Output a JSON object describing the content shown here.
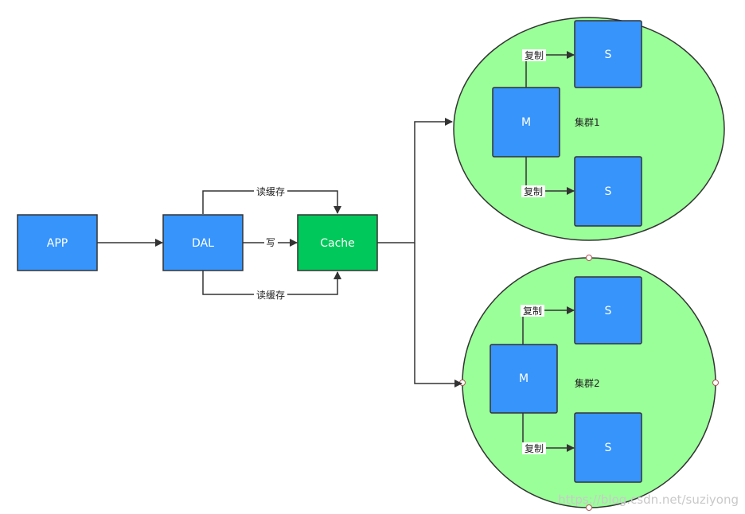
{
  "nodes": {
    "app": "APP",
    "dal": "DAL",
    "cache": "Cache",
    "cluster1_master": "M",
    "cluster1_slave_top": "S",
    "cluster1_slave_bottom": "S",
    "cluster2_master": "M",
    "cluster2_slave_top": "S",
    "cluster2_slave_bottom": "S"
  },
  "edges": {
    "read_cache_top": "读缓存",
    "write": "写",
    "read_cache_bottom": "读缓存",
    "replicate": "复制"
  },
  "clusters": {
    "cluster1": "集群1",
    "cluster2": "集群2"
  },
  "watermark": "https://blog.csdn.net/suziyong",
  "colors": {
    "node_blue": "#3694fb",
    "cache_green": "#00c85a",
    "cluster_fill": "#9aff99",
    "line": "#333333"
  }
}
